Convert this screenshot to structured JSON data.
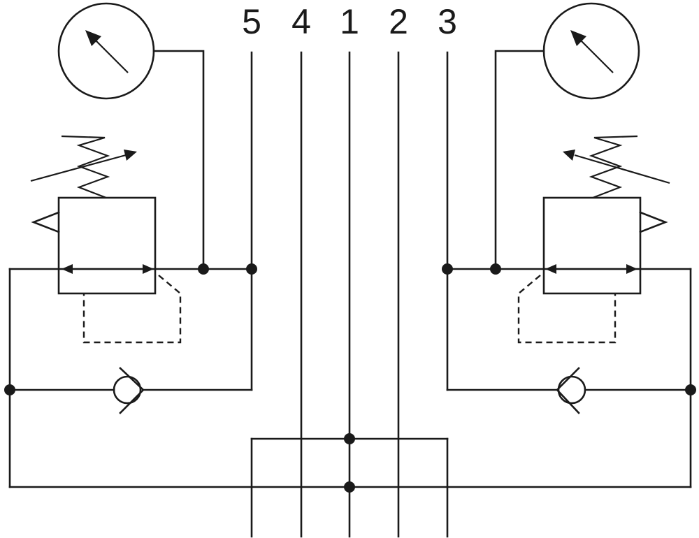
{
  "ports": [
    {
      "id": "port-5",
      "label": "5"
    },
    {
      "id": "port-4",
      "label": "4"
    },
    {
      "id": "port-1",
      "label": "1"
    },
    {
      "id": "port-2",
      "label": "2"
    },
    {
      "id": "port-3",
      "label": "3"
    }
  ],
  "components": {
    "left": [
      "pressure-gauge",
      "pressure-reducing-valve",
      "adjustment-spring",
      "check-valve"
    ],
    "right": [
      "pressure-gauge",
      "pressure-reducing-valve",
      "adjustment-spring",
      "check-valve"
    ]
  },
  "colors": {
    "line": "#1a1a1a",
    "background": "#ffffff"
  }
}
